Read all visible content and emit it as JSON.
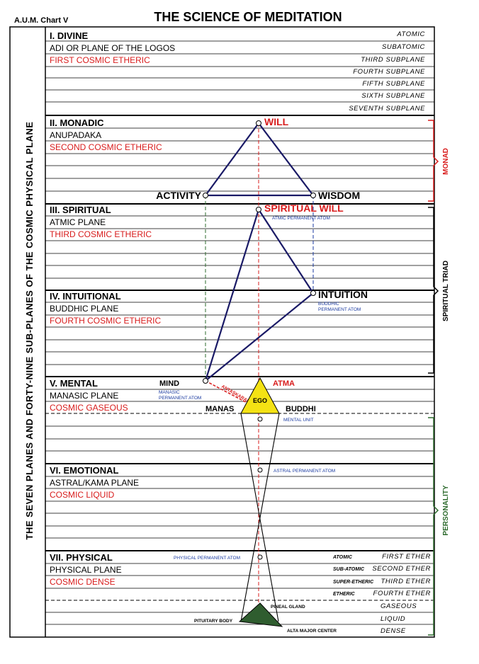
{
  "header": {
    "chart_id": "A.U.M. Chart V",
    "title": "THE SCIENCE OF MEDITATION"
  },
  "side_title": "THE SEVEN PLANES AND FORTY-NINE SUB-PLANES OF THE COSMIC PHYSICAL PLANE",
  "planes": [
    {
      "title": "I. DIVINE",
      "subtitle": "ADI OR PLANE OF THE LOGOS",
      "cosmic": "FIRST COSMIC ETHERIC"
    },
    {
      "title": "II. MONADIC",
      "subtitle": "ANUPADAKA",
      "cosmic": "SECOND COSMIC ETHERIC"
    },
    {
      "title": "III. SPIRITUAL",
      "subtitle": "ATMIC PLANE",
      "cosmic": "THIRD COSMIC ETHERIC"
    },
    {
      "title": "IV. INTUITIONAL",
      "subtitle": "BUDDHIC PLANE",
      "cosmic": "FOURTH COSMIC ETHERIC"
    },
    {
      "title": "V. MENTAL",
      "subtitle": "MANASIC PLANE",
      "cosmic": "COSMIC GASEOUS"
    },
    {
      "title": "VI. EMOTIONAL",
      "subtitle": "ASTRAL/KAMA PLANE",
      "cosmic": "COSMIC LIQUID"
    },
    {
      "title": "VII. PHYSICAL",
      "subtitle": "PHYSICAL PLANE",
      "cosmic": "COSMIC DENSE"
    }
  ],
  "subplane_labels": [
    "ATOMIC",
    "SUBATOMIC",
    "THIRD SUBPLANE",
    "FOURTH SUBPLANE",
    "FIFTH SUBPLANE",
    "SIXTH SUBPLANE",
    "SEVENTH SUBPLANE"
  ],
  "physical_ethers": [
    {
      "short": "ATOMIC",
      "name": "FIRST ETHER"
    },
    {
      "short": "SUB-ATOMIC",
      "name": "SECOND ETHER"
    },
    {
      "short": "SUPER-ETHERIC",
      "name": "THIRD ETHER"
    },
    {
      "short": "ETHERIC",
      "name": "FOURTH ETHER"
    }
  ],
  "physical_dense": [
    "GASEOUS",
    "LIQUID",
    "DENSE"
  ],
  "nodes": {
    "will": "WILL",
    "activity": "ACTIVITY",
    "wisdom": "WISDOM",
    "spiritual_will": "SPIRITUAL WILL",
    "atmic_atom": "ATMIC PERMANENT ATOM",
    "intuition": "INTUITION",
    "buddhic_atom_1": "BUDDHIC",
    "buddhic_atom_2": "PERMANENT ATOM",
    "mind": "MIND",
    "manasic_atom_1": "MANASIC",
    "manasic_atom_2": "PERMANENT ATOM",
    "atma": "ATMA",
    "ego": "EGO",
    "manas": "MANAS",
    "buddhi": "BUDDHI",
    "antahkarana": "ANTASKARANA",
    "mental_unit": "MENTAL UNIT",
    "astral_atom": "ASTRAL PERMANENT ATOM",
    "physical_atom": "PHYSICAL PERMANENT ATOM",
    "pineal": "PINEAL GLAND",
    "pituitary": "PITUITARY BODY",
    "alta_major": "ALTA MAJOR CENTER"
  },
  "brackets": {
    "monad": "MONAD",
    "triad": "SPIRITUAL TRIAD",
    "personality": "PERSONALITY"
  },
  "colors": {
    "red": "#d81c1c",
    "blue": "#1a3aa0",
    "green": "#2e6b2e",
    "ego_yellow": "#f4e214",
    "dark_green": "#2f5d2f"
  }
}
